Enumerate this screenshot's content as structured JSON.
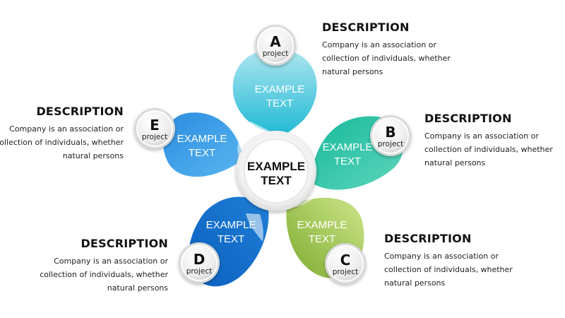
{
  "center": {
    "line1": "EXAMPLE",
    "line2": "TEXT"
  },
  "petals": [
    {
      "id": "a",
      "letter": "A",
      "sub": "project",
      "line1": "EXAMPLE",
      "line2": "TEXT",
      "color_top": "#aee6f0",
      "color_bottom": "#1fb9d4"
    },
    {
      "id": "b",
      "letter": "B",
      "sub": "project",
      "line1": "EXAMPLE",
      "line2": "TEXT",
      "color_top": "#16b89a",
      "color_bottom": "#5fd6bd"
    },
    {
      "id": "c",
      "letter": "C",
      "sub": "project",
      "line1": "EXAMPLE",
      "line2": "TEXT",
      "color_top": "#cde58a",
      "color_bottom": "#7dab2f"
    },
    {
      "id": "d",
      "letter": "D",
      "sub": "project",
      "line1": "EXAMPLE",
      "line2": "TEXT",
      "color_top": "#1f7fd6",
      "color_bottom": "#0b5fbf"
    },
    {
      "id": "e",
      "letter": "E",
      "sub": "project",
      "line1": "EXAMPLE",
      "line2": "TEXT",
      "color_top": "#2a8ce0",
      "color_bottom": "#5ab6f0"
    }
  ],
  "descriptions": [
    {
      "id": "a",
      "title": "DESCRIPTION",
      "lines": [
        "Company is an association or",
        "collection of individuals, whether",
        "natural persons"
      ]
    },
    {
      "id": "b",
      "title": "DESCRIPTION",
      "lines": [
        "Company is an association or",
        "collection of individuals, whether",
        "natural persons"
      ]
    },
    {
      "id": "c",
      "title": "DESCRIPTION",
      "lines": [
        "Company is an association or",
        "collection of individuals, whether",
        "natural persons"
      ]
    },
    {
      "id": "d",
      "title": "DESCRIPTION",
      "lines": [
        "Company is an association or",
        "collection of individuals, whether",
        "natural persons"
      ]
    },
    {
      "id": "e",
      "title": "DESCRIPTION",
      "lines": [
        "Company is an association or",
        "collection of individuals, whether",
        "natural persons"
      ]
    }
  ]
}
